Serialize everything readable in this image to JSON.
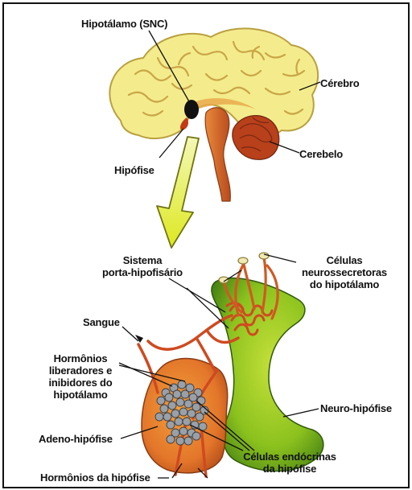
{
  "labels": {
    "hipotalamo_snc": "Hipotálamo (SNC)",
    "cerebro": "Cérebro",
    "cerebelo": "Cerebelo",
    "hipofise": "Hipófise",
    "celulas_neuro": [
      "Células",
      "neurossecretoras",
      "do hipotálamo"
    ],
    "sistema_porta": [
      "Sistema",
      "porta-hipofisário"
    ],
    "sangue": "Sangue",
    "hormonios_lib": [
      "Hormônios",
      "liberadores e",
      "inibidores do",
      "hipotálamo"
    ],
    "neuro_hipofise": "Neuro-hipófise",
    "adeno_hipofise": "Adeno-hipófise",
    "celulas_endocrinas": [
      "Células endócrinas",
      "da hipófise"
    ],
    "hormonios_hipofise": "Hormônios da hipófise"
  },
  "colors": {
    "brain": "#f4ec8c",
    "brain_outline": "#b9a040",
    "cerebellum": "#b8401a",
    "brainstem": "#d96a2a",
    "arrow": "#e6f03a",
    "neuro_green": "#7ab317",
    "adeno_orange": "#e3762a",
    "vessel_red": "#cf4a20"
  }
}
